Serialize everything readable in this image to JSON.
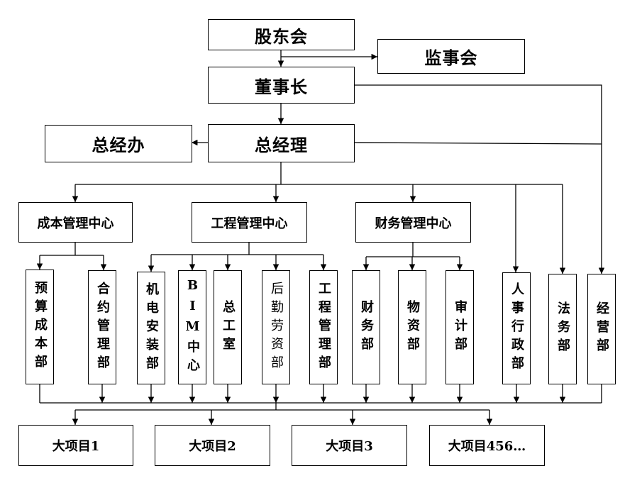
{
  "governance": {
    "shareholders": "股东会",
    "supervisors": "监事会",
    "chairman": "董事长",
    "gm_office": "总经办",
    "general_manager": "总经理"
  },
  "centers": [
    {
      "label": "成本管理中心"
    },
    {
      "label": "工程管理中心"
    },
    {
      "label": "财务管理中心"
    }
  ],
  "departments": [
    {
      "label": "预算成本部"
    },
    {
      "label": "合约管理部"
    },
    {
      "label": "机电安装部"
    },
    {
      "label": "BIM中心"
    },
    {
      "label": "总工室"
    },
    {
      "label": "后勤劳资部"
    },
    {
      "label": "工程管理部"
    },
    {
      "label": "财务部"
    },
    {
      "label": "物资部"
    },
    {
      "label": "审计部"
    },
    {
      "label": "人事行政部"
    },
    {
      "label": "法务部"
    },
    {
      "label": "经营部"
    }
  ],
  "projects": [
    {
      "label": "大项目1"
    },
    {
      "label": "大项目2"
    },
    {
      "label": "大项目3"
    },
    {
      "label": "大项目456…"
    }
  ]
}
